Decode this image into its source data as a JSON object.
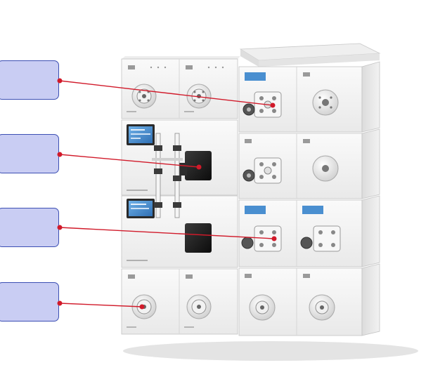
{
  "callouts": [
    {
      "id": "callout-1",
      "text": ""
    },
    {
      "id": "callout-2",
      "text": ""
    },
    {
      "id": "callout-3",
      "text": ""
    },
    {
      "id": "callout-4",
      "text": ""
    }
  ],
  "colors": {
    "callout_fill": "#c9cdf3",
    "callout_border": "#3c4fb3",
    "leader_line": "#d11a2a",
    "module_body": "#f3f3f3",
    "module_edge": "#b8b8b8",
    "detector_block": "#1c1c1c",
    "display_screen": "#3d82c9"
  },
  "icons": [
    "dial-icon",
    "valve-head-icon",
    "display-screen-icon",
    "fitting-icon"
  ]
}
